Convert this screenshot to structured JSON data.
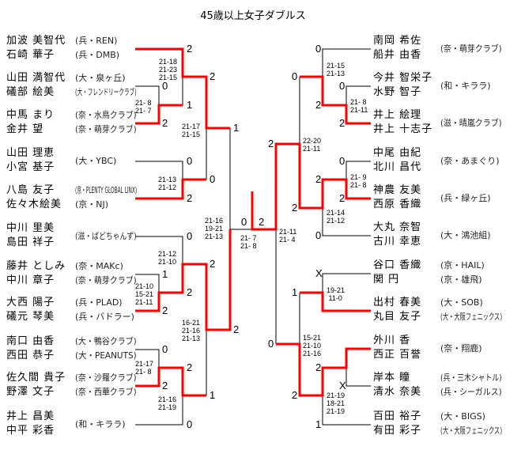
{
  "title": "45歳以上女子ダブルス",
  "left_teams": [
    {
      "p": [
        [
          "加波 美智代",
          "(兵・REN)"
        ],
        [
          "石崎 華子",
          "(兵・DMB)"
        ]
      ]
    },
    {
      "p": [
        [
          "山田 満智代",
          "(大・泉ヶ丘)"
        ],
        [
          "礒部 絵美",
          "(大・フレンドリークラブ)"
        ]
      ]
    },
    {
      "p": [
        [
          "中馬 まり",
          "(奈・水鳥クラブ)"
        ],
        [
          "金井 望",
          "(奈・萌芽クラブ)"
        ]
      ]
    },
    {
      "p": [
        [
          "山田 理恵",
          ""
        ],
        [
          "小宮 基子",
          ""
        ]
      ],
      "aff": "(大・YBC)"
    },
    {
      "p": [
        [
          "八島 友子",
          "(京・PLENTY GLOBAL LINX)"
        ],
        [
          "佐々木絵美",
          "(京・NJ)"
        ]
      ]
    },
    {
      "p": [
        [
          "中川 里美",
          ""
        ],
        [
          "島田 祥子",
          ""
        ]
      ],
      "aff": "(滋・ばどちゃんず)"
    },
    {
      "p": [
        [
          "藤井 としみ",
          "(奈・MAKc)"
        ],
        [
          "中川 章子",
          "(奈・萌芽クラブ)"
        ]
      ]
    },
    {
      "p": [
        [
          "大西 陽子",
          "(兵・PLAD)"
        ],
        [
          "礒元 琴美",
          "(兵・バドラー)"
        ]
      ]
    },
    {
      "p": [
        [
          "南口 由香",
          "(大・鴨谷クラブ)"
        ],
        [
          "西田 恭子",
          "(大・PEANUTS)"
        ]
      ]
    },
    {
      "p": [
        [
          "佐久間 貴子",
          "(奈・沙羅クラブ)"
        ],
        [
          "野澤 文子",
          "(奈・西華クラブ)"
        ]
      ]
    },
    {
      "p": [
        [
          "井上 昌美",
          ""
        ],
        [
          "中平 彩香",
          ""
        ]
      ],
      "aff": "(和・キララ)"
    }
  ],
  "right_teams": [
    {
      "p": [
        [
          "南岡 希佐",
          ""
        ],
        [
          "船井 由香",
          ""
        ]
      ],
      "aff": "(奈・萌芽クラブ)"
    },
    {
      "p": [
        [
          "今井 智栄子",
          ""
        ],
        [
          "水野 智子",
          ""
        ]
      ],
      "aff": "(和・キララ)"
    },
    {
      "p": [
        [
          "井上 絵理",
          ""
        ],
        [
          "井上 十志子",
          ""
        ]
      ],
      "aff": "(滋・晴嵐クラブ)"
    },
    {
      "p": [
        [
          "中尾 由紀",
          ""
        ],
        [
          "北川 昌代",
          ""
        ]
      ],
      "aff": "(奈・あまぐり)"
    },
    {
      "p": [
        [
          "神農 友美",
          ""
        ],
        [
          "西原 香織",
          ""
        ]
      ],
      "aff": "(兵・緑ヶ丘)"
    },
    {
      "p": [
        [
          "大丸 奈智",
          ""
        ],
        [
          "古川 幸恵",
          ""
        ]
      ],
      "aff": "(大・鴻池組)"
    },
    {
      "p": [
        [
          "谷口 香織",
          "(京・HAIL)"
        ],
        [
          "関 円",
          "(京・雄飛)"
        ]
      ]
    },
    {
      "p": [
        [
          "出村 春美",
          "(大・SOB)"
        ],
        [
          "丸目 友子",
          "(大・大阪フェニックス)"
        ]
      ]
    },
    {
      "p": [
        [
          "外川 香",
          ""
        ],
        [
          "西正 百誉",
          ""
        ]
      ],
      "aff": "(奈・翔鹿)"
    },
    {
      "p": [
        [
          "岸本 瞳",
          "(兵・三木シャトル)"
        ],
        [
          "清水 奈美",
          "(兵・シーガルス)"
        ]
      ]
    },
    {
      "p": [
        [
          "百田 裕子",
          "(大・BIGS)"
        ],
        [
          "有田 彩子",
          "(大・大阪フェニックス)"
        ]
      ]
    }
  ],
  "scores": [
    "2",
    "0",
    "2",
    "1",
    "2",
    "0",
    "2",
    "0",
    "1",
    "0",
    "1",
    "2",
    "2",
    "2",
    "0",
    "2",
    "2",
    "0",
    "1",
    "2",
    "0",
    "2",
    "0",
    "0",
    "2",
    "2",
    "0",
    "2",
    "0",
    "2",
    "2",
    "2",
    "0",
    "X",
    "1",
    "2",
    "X",
    "1",
    "2",
    "0"
  ],
  "game_scores": [
    "21-18\n21-23\n21-15",
    "21- 8\n21- 7",
    "21-17\n21-15",
    "21-13\n21-12",
    "21-12\n21-10",
    "21-10\n15-21\n21-11",
    "16-21\n21-16\n21-13",
    "21-17\n21- 8",
    "21-16\n21-19",
    "21-16\n19-21\n21-13",
    "21- 7\n21- 8",
    "21-15\n21-13",
    "21- 8\n21-11",
    "22-20\n21-11",
    "21- 9\n21- 8",
    "21-14\n21-12",
    "21-11\n21- 4",
    "19-21\n 11-0",
    "15-21\n21-10\n21-16",
    "21-19\n18-21\n21-19"
  ],
  "colors": {
    "winner_line": "#ff0000",
    "line": "#000000"
  }
}
